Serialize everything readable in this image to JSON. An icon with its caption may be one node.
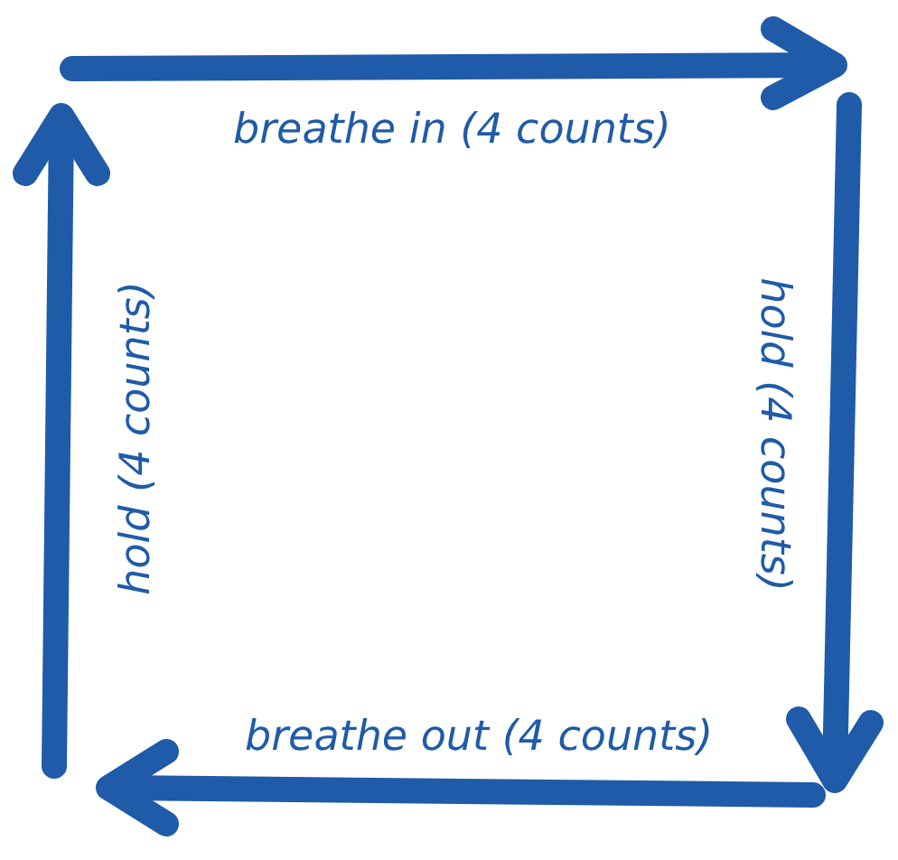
{
  "diagram": {
    "labels": [
      "breathe in (4 counts)",
      "hold (4 counts)",
      "breathe out (4 counts)",
      "hold (4 counts)"
    ]
  }
}
